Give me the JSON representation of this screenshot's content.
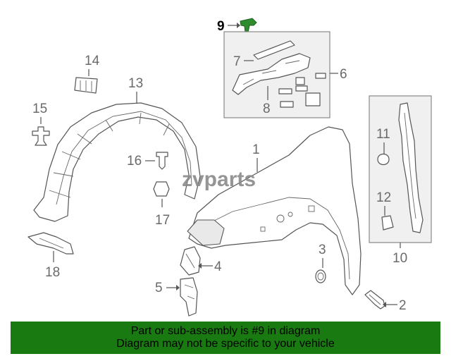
{
  "diagram": {
    "watermark": "zvparts",
    "callouts": {
      "c1": "1",
      "c2": "2",
      "c3": "3",
      "c4": "4",
      "c5": "5",
      "c6": "6",
      "c7": "7",
      "c8": "8",
      "c9": "9",
      "c10": "10",
      "c11": "11",
      "c12": "12",
      "c13": "13",
      "c14": "14",
      "c15": "15",
      "c16": "16",
      "c17": "17",
      "c18": "18"
    },
    "highlight_color": "#2e8b2e"
  },
  "banner": {
    "line1": "Part or sub-assembly is #9 in diagram",
    "line2": "Diagram may not be specific to your vehicle",
    "background": "#1a7a12"
  }
}
